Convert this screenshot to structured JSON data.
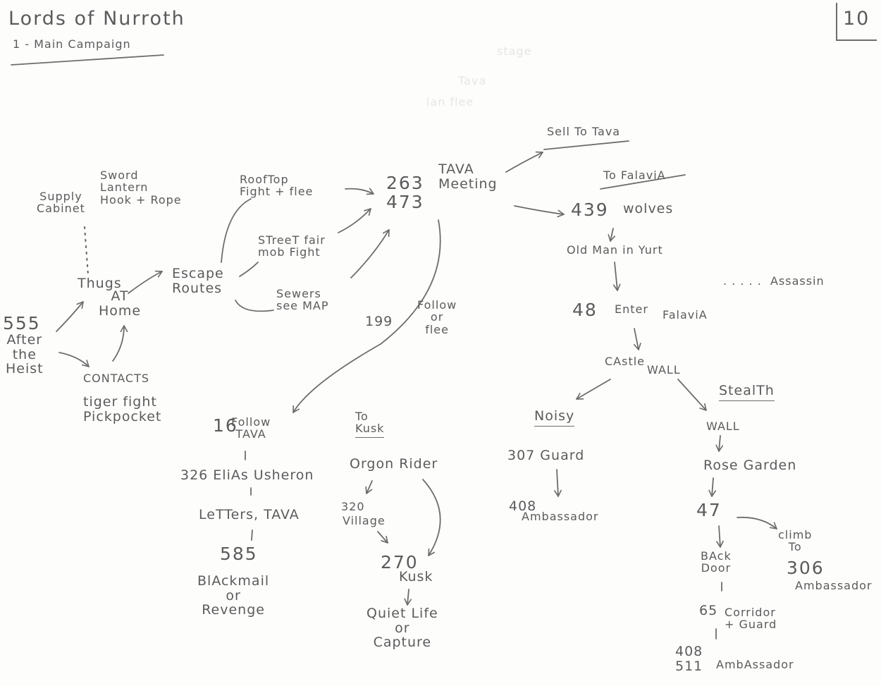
{
  "title": "Lords of Nurroth",
  "subtitle": "1 - Main Campaign",
  "page_number": "10",
  "ghost_text": [
    "stage",
    "Tava",
    "lan flee"
  ],
  "nodes": {
    "start_number": "555",
    "start_label": "After\nthe\nHeist",
    "thugs_title": "Thugs",
    "thugs_sub": "AT\nHome",
    "supply": "Supply\nCabinet",
    "supply_items": "Sword\nLantern\nHook + Rope",
    "contacts": "CONTACTS",
    "contacts_items": "tiger fight\nPickpocket",
    "escape": "Escape\nRoutes",
    "rooftop": "RoofTop\nFight + flee",
    "street_fair": "STreeT fair\nmob Fight",
    "sewers": "Sewers\nsee MAP",
    "meeting_numbers": "263\n473",
    "meeting_label": "TAVA\nMeeting",
    "sell": "Sell To Tava",
    "follow_number": "199",
    "follow_flee": "Follow\nor\nflee",
    "to_falavia": "To FalaviA",
    "wolves_number": "439",
    "wolves_label": "wolves",
    "old_man": "Old Man in Yurt",
    "enter_number": "48",
    "enter_label": "Enter",
    "enter_place": "FalaviA",
    "assassin": ". . . . .  Assassin",
    "castle": "CAstle",
    "castle_wall": "WALL",
    "noisy": "Noisy",
    "guard": "307 Guard",
    "ambassador_408_number": "408",
    "ambassador_408_label": "Ambassador",
    "stealth": "StealTh",
    "wall": "WALL",
    "rose_garden": "Rose Garden",
    "node_47": "47",
    "climb": "climb\nTo",
    "climb_number": "306",
    "climb_label": "Ambassador",
    "back_door": "BAck\nDoor",
    "corridor_number": "65",
    "corridor_label": "Corridor\n+ Guard",
    "final_numbers": "408\n511",
    "final_label": "AmbAssador",
    "follow_tava_number": "16",
    "follow_tava_label": "Follow\nTAVA",
    "elias": "326 EliAs Usheron",
    "letters": "LeTTers, TAVA",
    "blackmail_number": "585",
    "blackmail_label": "BlAckmail\nor\nRevenge",
    "to_kusk": "To\nKusk",
    "orgon_rider": "Orgon Rider",
    "village_number": "320",
    "village_label": "Village",
    "kusk_number": "270",
    "kusk_label": "Kusk",
    "quiet_life": "Quiet Life\nor\nCapture"
  }
}
